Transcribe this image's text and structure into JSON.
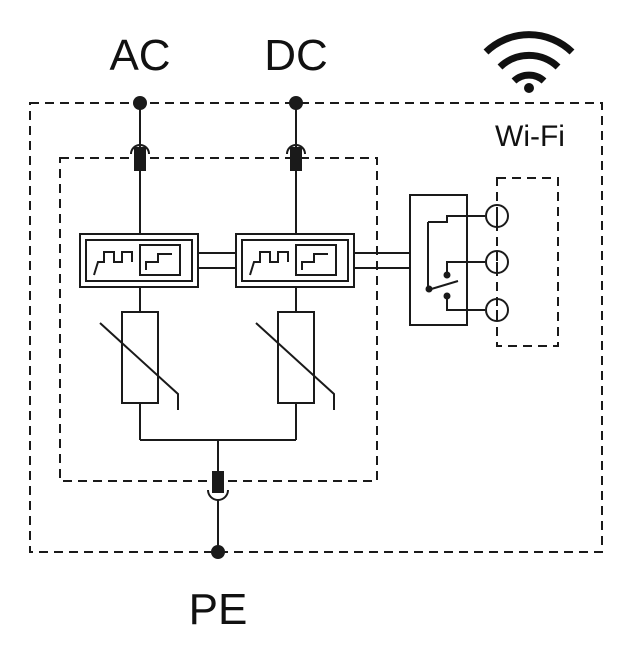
{
  "labels": {
    "ac": "AC",
    "dc": "DC",
    "pe": "PE",
    "wifi": "Wi-Fi"
  },
  "icons": {
    "wifi": "wifi-icon"
  },
  "colors": {
    "stroke": "#1a1a1a",
    "background": "#ffffff"
  }
}
